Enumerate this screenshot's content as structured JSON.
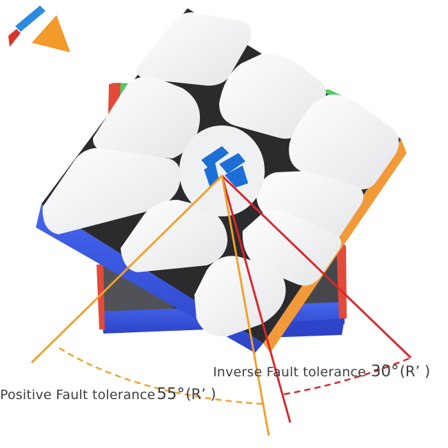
{
  "brand": {
    "logo_name": "app-logo",
    "colors": {
      "blue": "#2a8ae0",
      "red": "#d9342b",
      "orange": "#f39a2b"
    }
  },
  "cube": {
    "center_logo": "GAN",
    "colors": {
      "face_white": "#f3f3f4",
      "core_dark": "#2b2b2e",
      "side_blue": "#3a55e0",
      "side_red": "#e34a3a",
      "side_green": "#2fc24a",
      "side_orange": "#f29a3a",
      "logo_blue": "#1c6fd6"
    }
  },
  "annotations": {
    "inverse": {
      "label": "Inverse Fault tolerance",
      "angle": "30°",
      "move": "(R’ )",
      "color": "#d8262a"
    },
    "positive": {
      "label": "Positive Fault tolerance",
      "angle": "55°",
      "move": "(R’ )",
      "color": "#f0a12a"
    }
  }
}
